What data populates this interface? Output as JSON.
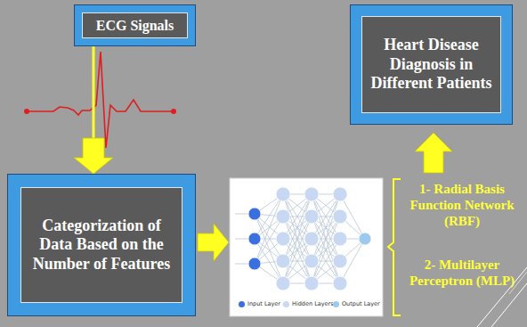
{
  "diagram": {
    "nodes": [
      {
        "text": [
          "ECG Signals"
        ]
      },
      {
        "text": [
          "Categorization of Data Based on the Number of Features"
        ]
      },
      {
        "text": [
          "Heart Disease Diagnosis in Different Patients"
        ]
      }
    ],
    "edges": [
      {
        "from": 0,
        "to": 1,
        "arrow": "to"
      }
    ],
    "labels": [
      "1- Radial Basis Function Network (RBF)",
      "2- Multilayer Perceptron (MLP)"
    ],
    "legend": [
      {
        "text": "Input Layer",
        "color": "#3b6fe0"
      },
      {
        "text": "Hidden Layers",
        "color": "#c9d8f2"
      },
      {
        "text": "Output Layer",
        "color": "#9ccaee"
      }
    ]
  }
}
